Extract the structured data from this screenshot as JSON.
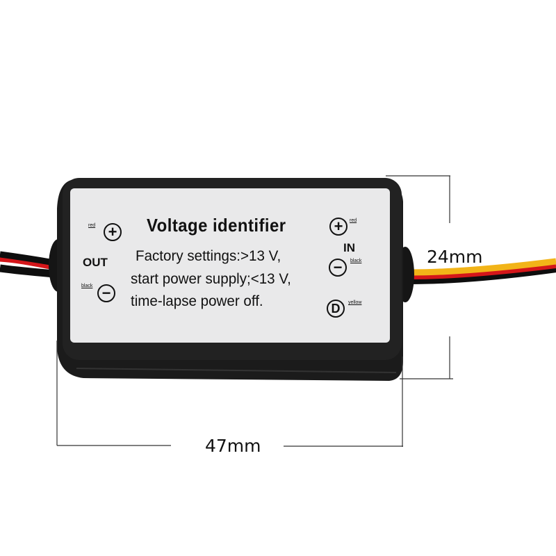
{
  "product": {
    "title": "Voltage identifier",
    "description_lines": [
      "Factory settings:>13 V,",
      "start power supply;<13 V,",
      "time-lapse power off."
    ],
    "out_label": "OUT",
    "in_label": "IN",
    "terminals": {
      "out_positive": {
        "symbol": "+",
        "wire": "red"
      },
      "out_negative": {
        "symbol": "−",
        "wire": "black"
      },
      "in_positive": {
        "symbol": "+",
        "wire": "red"
      },
      "in_negative": {
        "symbol": "−",
        "wire": "black"
      },
      "in_d": {
        "symbol": "D",
        "wire": "yellow"
      }
    }
  },
  "dimensions": {
    "height": "24mm",
    "width": "47mm"
  },
  "colors": {
    "housing": "#1c1c1c",
    "label": "#e9e9ea",
    "wire_red": "#d4161a",
    "wire_yellow": "#f2b418",
    "wire_black": "#0e0e0e"
  }
}
